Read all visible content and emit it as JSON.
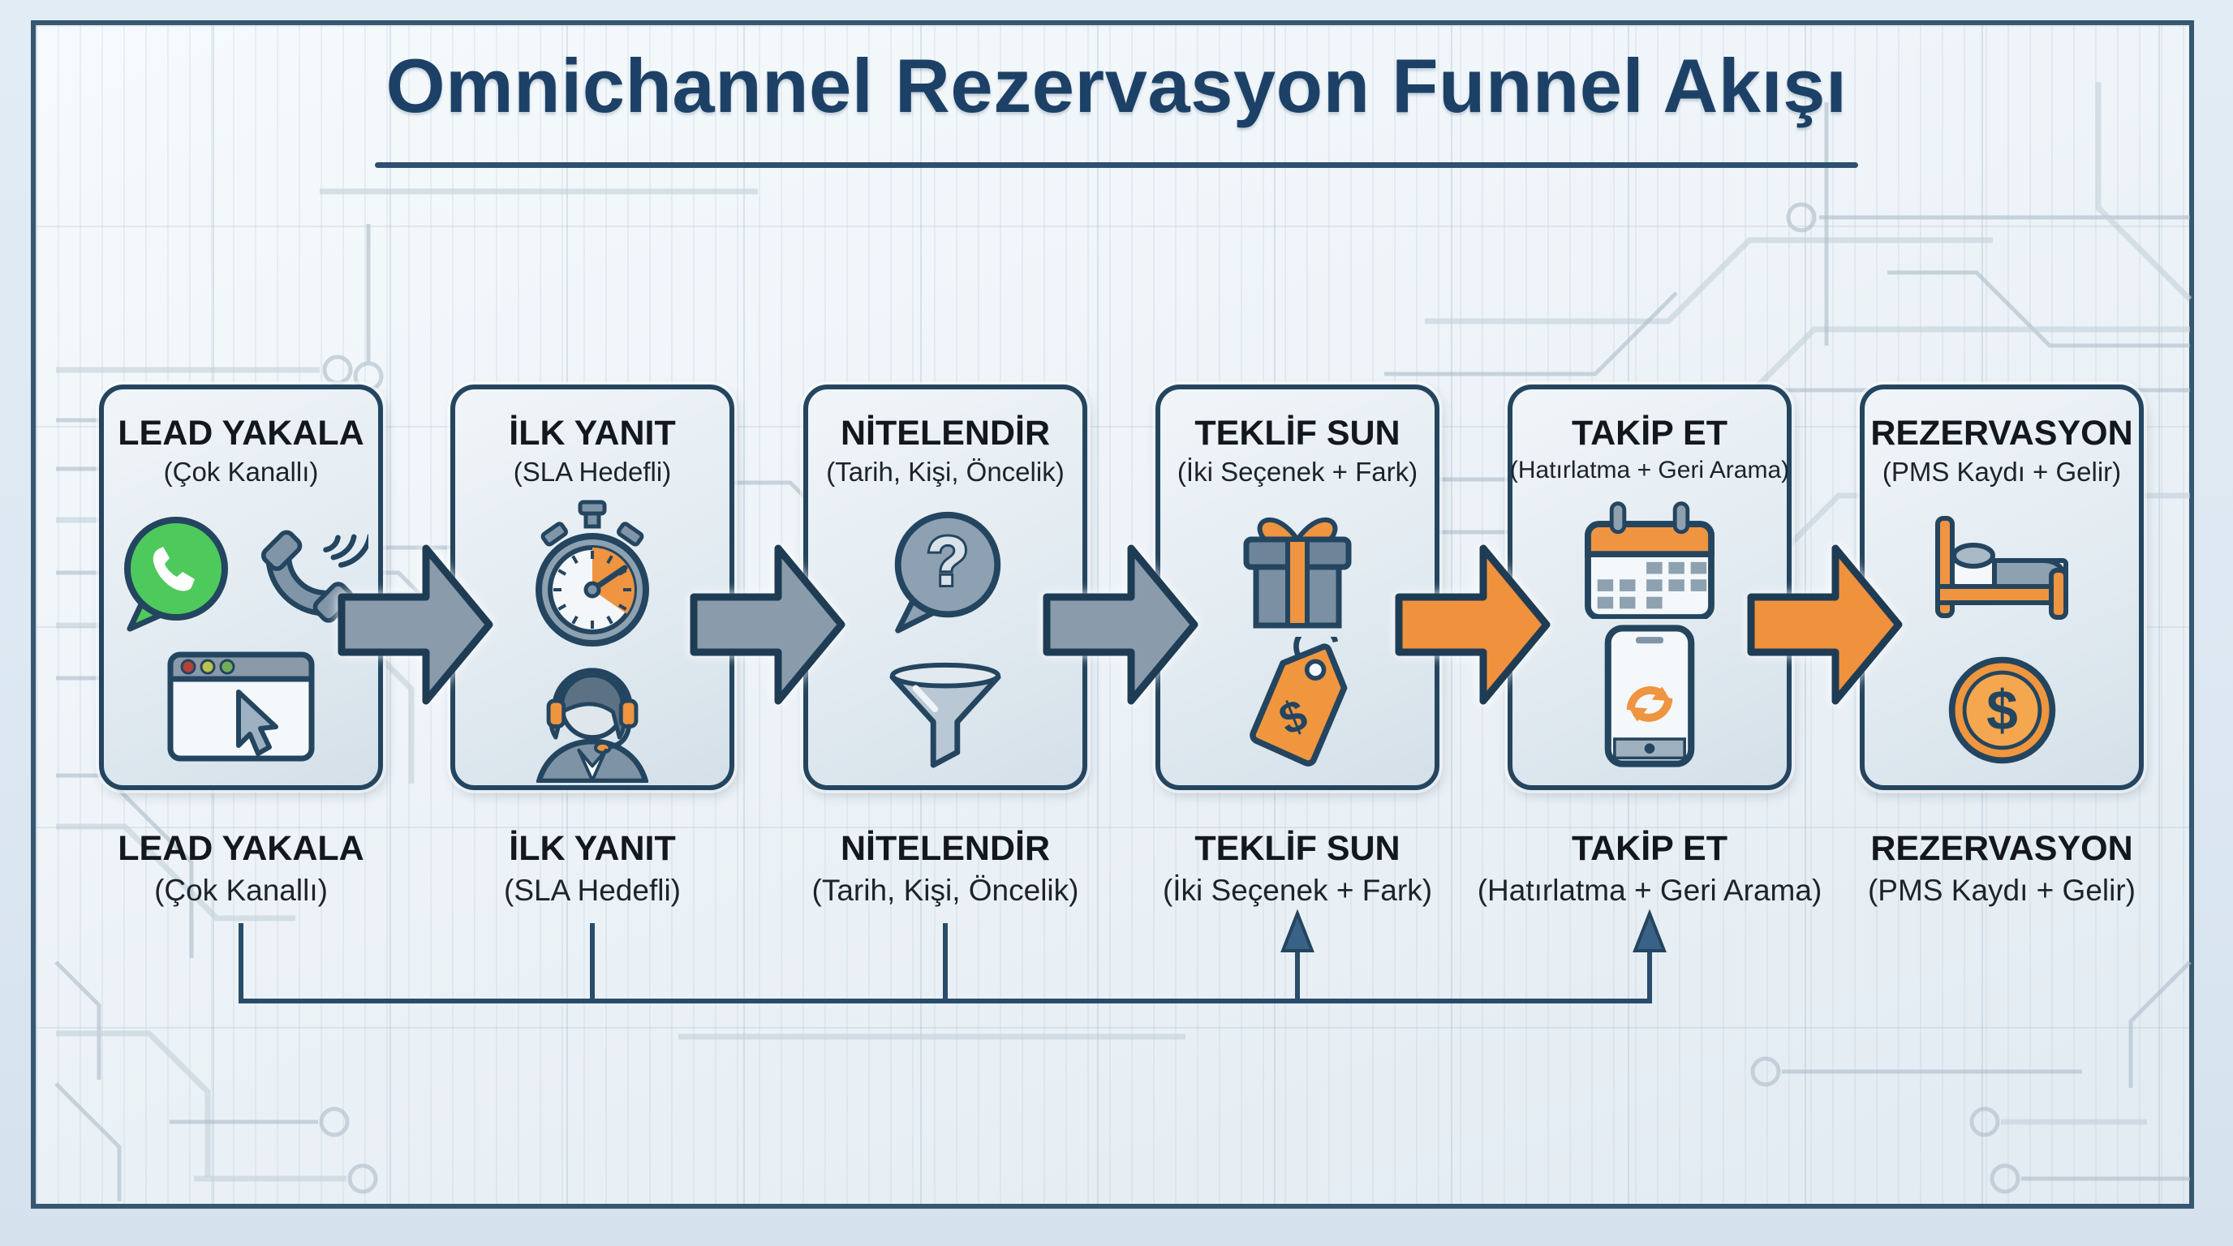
{
  "title": "Omnichannel Rezervasyon Funnel Akışı",
  "stages": [
    {
      "title": "LEAD YAKALA",
      "subtitle": "(Çok Kanallı)",
      "icons": [
        "whatsapp-icon",
        "phone-ring-icon",
        "browser-cursor-icon"
      ]
    },
    {
      "title": "İLK YANIT",
      "subtitle": "(SLA Hedefli)",
      "icons": [
        "stopwatch-icon",
        "support-agent-icon"
      ]
    },
    {
      "title": "NİTELENDİR",
      "subtitle": "(Tarih, Kişi, Öncelik)",
      "icons": [
        "question-bubble-icon",
        "funnel-icon"
      ]
    },
    {
      "title": "TEKLİF SUN",
      "subtitle": "(İki Seçenek + Fark)",
      "icons": [
        "gift-icon",
        "price-tag-icon"
      ]
    },
    {
      "title": "TAKİP ET",
      "subtitle": "(Hatırlatma + Geri Arama)",
      "icons": [
        "calendar-icon",
        "phone-refresh-icon"
      ]
    },
    {
      "title": "REZERVASYON",
      "subtitle": "(PMS Kaydı + Gelir)",
      "icons": [
        "bed-icon",
        "dollar-coin-icon"
      ]
    }
  ],
  "glyphs": {
    "question_mark": "?",
    "dollar_sign": "$"
  },
  "colors": {
    "arrow_gray": "#8a9cab",
    "arrow_orange": "#f0913d",
    "accent_navy": "#24455f",
    "accent_orange": "#ef9440",
    "whatsapp_green": "#4ec95c",
    "title_navy": "#1d4166"
  }
}
